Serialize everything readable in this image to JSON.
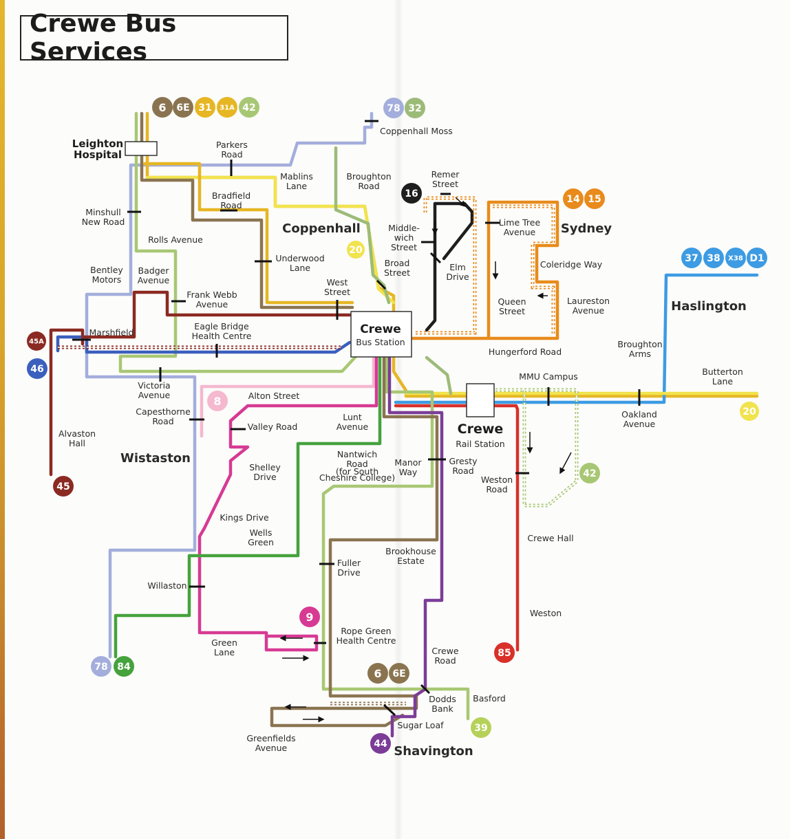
{
  "title": "Crewe Bus Services",
  "colors": {
    "r6": "#8a7450",
    "r31": "#e6b624",
    "r42": "#a8c774",
    "r78": "#a3aedc",
    "r32": "#9cbb78",
    "r16": "#1e1e1e",
    "r14": "#e88b1c",
    "r37": "#3d9be3",
    "r20": "#f1e34d",
    "r45": "#8b2a22",
    "r46": "#3a5fbd",
    "r8": "#f4b8cf",
    "r9": "#d63a93",
    "r84": "#45a23d",
    "r85": "#d9302a",
    "r44": "#7b3d97",
    "r39": "#b6d159",
    "r1": "#ffffff"
  },
  "badges": [
    {
      "label": "6",
      "color": "#8a7450"
    },
    {
      "label": "6E",
      "color": "#8a7450"
    },
    {
      "label": "31",
      "color": "#e6b624"
    },
    {
      "label": "31A",
      "color": "#e6b624"
    },
    {
      "label": "42",
      "color": "#a8c774"
    },
    {
      "label": "78",
      "color": "#a3aedc"
    },
    {
      "label": "32",
      "color": "#9cbb78"
    },
    {
      "label": "16",
      "color": "#1e1e1e"
    },
    {
      "label": "14",
      "color": "#e88b1c"
    },
    {
      "label": "15",
      "color": "#e88b1c"
    },
    {
      "label": "37",
      "color": "#3d9be3"
    },
    {
      "label": "38",
      "color": "#3d9be3"
    },
    {
      "label": "X38",
      "color": "#3d9be3"
    },
    {
      "label": "D1",
      "color": "#3d9be3"
    },
    {
      "label": "20",
      "color": "#f1e34d"
    },
    {
      "label": "20",
      "color": "#f1e34d"
    },
    {
      "label": "45A",
      "color": "#8b2a22"
    },
    {
      "label": "46",
      "color": "#3a5fbd"
    },
    {
      "label": "45",
      "color": "#8b2a22"
    },
    {
      "label": "8",
      "color": "#f4b8cf"
    },
    {
      "label": "42",
      "color": "#a8c774"
    },
    {
      "label": "9",
      "color": "#d63a93"
    },
    {
      "label": "85",
      "color": "#d9302a"
    },
    {
      "label": "6",
      "color": "#8a7450"
    },
    {
      "label": "6E",
      "color": "#8a7450"
    },
    {
      "label": "78",
      "color": "#a3aedc"
    },
    {
      "label": "84",
      "color": "#45a23d"
    },
    {
      "label": "39",
      "color": "#b6d159"
    },
    {
      "label": "44",
      "color": "#7b3d97"
    }
  ],
  "hubs": [
    {
      "line1": "Crewe",
      "line2": "Bus Station"
    },
    {
      "line1": "Crewe",
      "line2": "Rail Station"
    },
    {
      "line1": "Leighton",
      "line2": "Hospital"
    }
  ],
  "areas": [
    "Coppenhall",
    "Sydney",
    "Haslington",
    "Wistaston",
    "Shavington"
  ],
  "stops": [
    {
      "lines": [
        "Parkers",
        "Road"
      ]
    },
    {
      "lines": [
        "Mablins",
        "Lane"
      ]
    },
    {
      "lines": [
        "Coppenhall Moss"
      ]
    },
    {
      "lines": [
        "Broughton",
        "Road"
      ]
    },
    {
      "lines": [
        "Remer",
        "Street"
      ]
    },
    {
      "lines": [
        "Bradfield",
        "Road"
      ]
    },
    {
      "lines": [
        "Minshull",
        "New Road"
      ]
    },
    {
      "lines": [
        "Rolls Avenue"
      ]
    },
    {
      "lines": [
        "Middle-",
        "wich",
        "Street"
      ]
    },
    {
      "lines": [
        "Lime Tree",
        "Avenue"
      ]
    },
    {
      "lines": [
        "Underwood",
        "Lane"
      ]
    },
    {
      "lines": [
        "Coleridge Way"
      ]
    },
    {
      "lines": [
        "Bentley",
        "Motors"
      ]
    },
    {
      "lines": [
        "Badger",
        "Avenue"
      ]
    },
    {
      "lines": [
        "Broad",
        "Street"
      ]
    },
    {
      "lines": [
        "Elm",
        "Drive"
      ]
    },
    {
      "lines": [
        "West",
        "Street"
      ]
    },
    {
      "lines": [
        "Frank Webb",
        "Avenue"
      ]
    },
    {
      "lines": [
        "Queen",
        "Street"
      ]
    },
    {
      "lines": [
        "Laureston",
        "Avenue"
      ]
    },
    {
      "lines": [
        "Marshfield"
      ]
    },
    {
      "lines": [
        "Eagle Bridge",
        "Health Centre"
      ]
    },
    {
      "lines": [
        "Broughton",
        "Arms"
      ]
    },
    {
      "lines": [
        "Hungerford Road"
      ]
    },
    {
      "lines": [
        "Butterton",
        "Lane"
      ]
    },
    {
      "lines": [
        "MMU Campus"
      ]
    },
    {
      "lines": [
        "Victoria",
        "Avenue"
      ]
    },
    {
      "lines": [
        "Alton Street"
      ]
    },
    {
      "lines": [
        "Capesthorne",
        "Road"
      ]
    },
    {
      "lines": [
        "Oakland",
        "Avenue"
      ]
    },
    {
      "lines": [
        "Lunt",
        "Avenue"
      ]
    },
    {
      "lines": [
        "Valley Road"
      ]
    },
    {
      "lines": [
        "Alvaston",
        "Hall"
      ]
    },
    {
      "lines": [
        "Gresty",
        "Road"
      ]
    },
    {
      "lines": [
        "Nantwich",
        "Road"
      ]
    },
    {
      "lines": [
        "(for South",
        "Cheshire College)"
      ]
    },
    {
      "lines": [
        "Manor",
        "Way"
      ]
    },
    {
      "lines": [
        "Shelley",
        "Drive"
      ]
    },
    {
      "lines": [
        "Weston",
        "Road"
      ]
    },
    {
      "lines": [
        "Kings Drive"
      ]
    },
    {
      "lines": [
        "Wells",
        "Green"
      ]
    },
    {
      "lines": [
        "Crewe Hall"
      ]
    },
    {
      "lines": [
        "Brookhouse",
        "Estate"
      ]
    },
    {
      "lines": [
        "Fuller",
        "Drive"
      ]
    },
    {
      "lines": [
        "Willaston"
      ]
    },
    {
      "lines": [
        "Weston"
      ]
    },
    {
      "lines": [
        "Rope Green",
        "Health Centre"
      ]
    },
    {
      "lines": [
        "Green",
        "Lane"
      ]
    },
    {
      "lines": [
        "Crewe",
        "Road"
      ]
    },
    {
      "lines": [
        "Dodds",
        "Bank"
      ]
    },
    {
      "lines": [
        "Basford"
      ]
    },
    {
      "lines": [
        "Sugar Loaf"
      ]
    },
    {
      "lines": [
        "Greenfields",
        "Avenue"
      ]
    }
  ]
}
